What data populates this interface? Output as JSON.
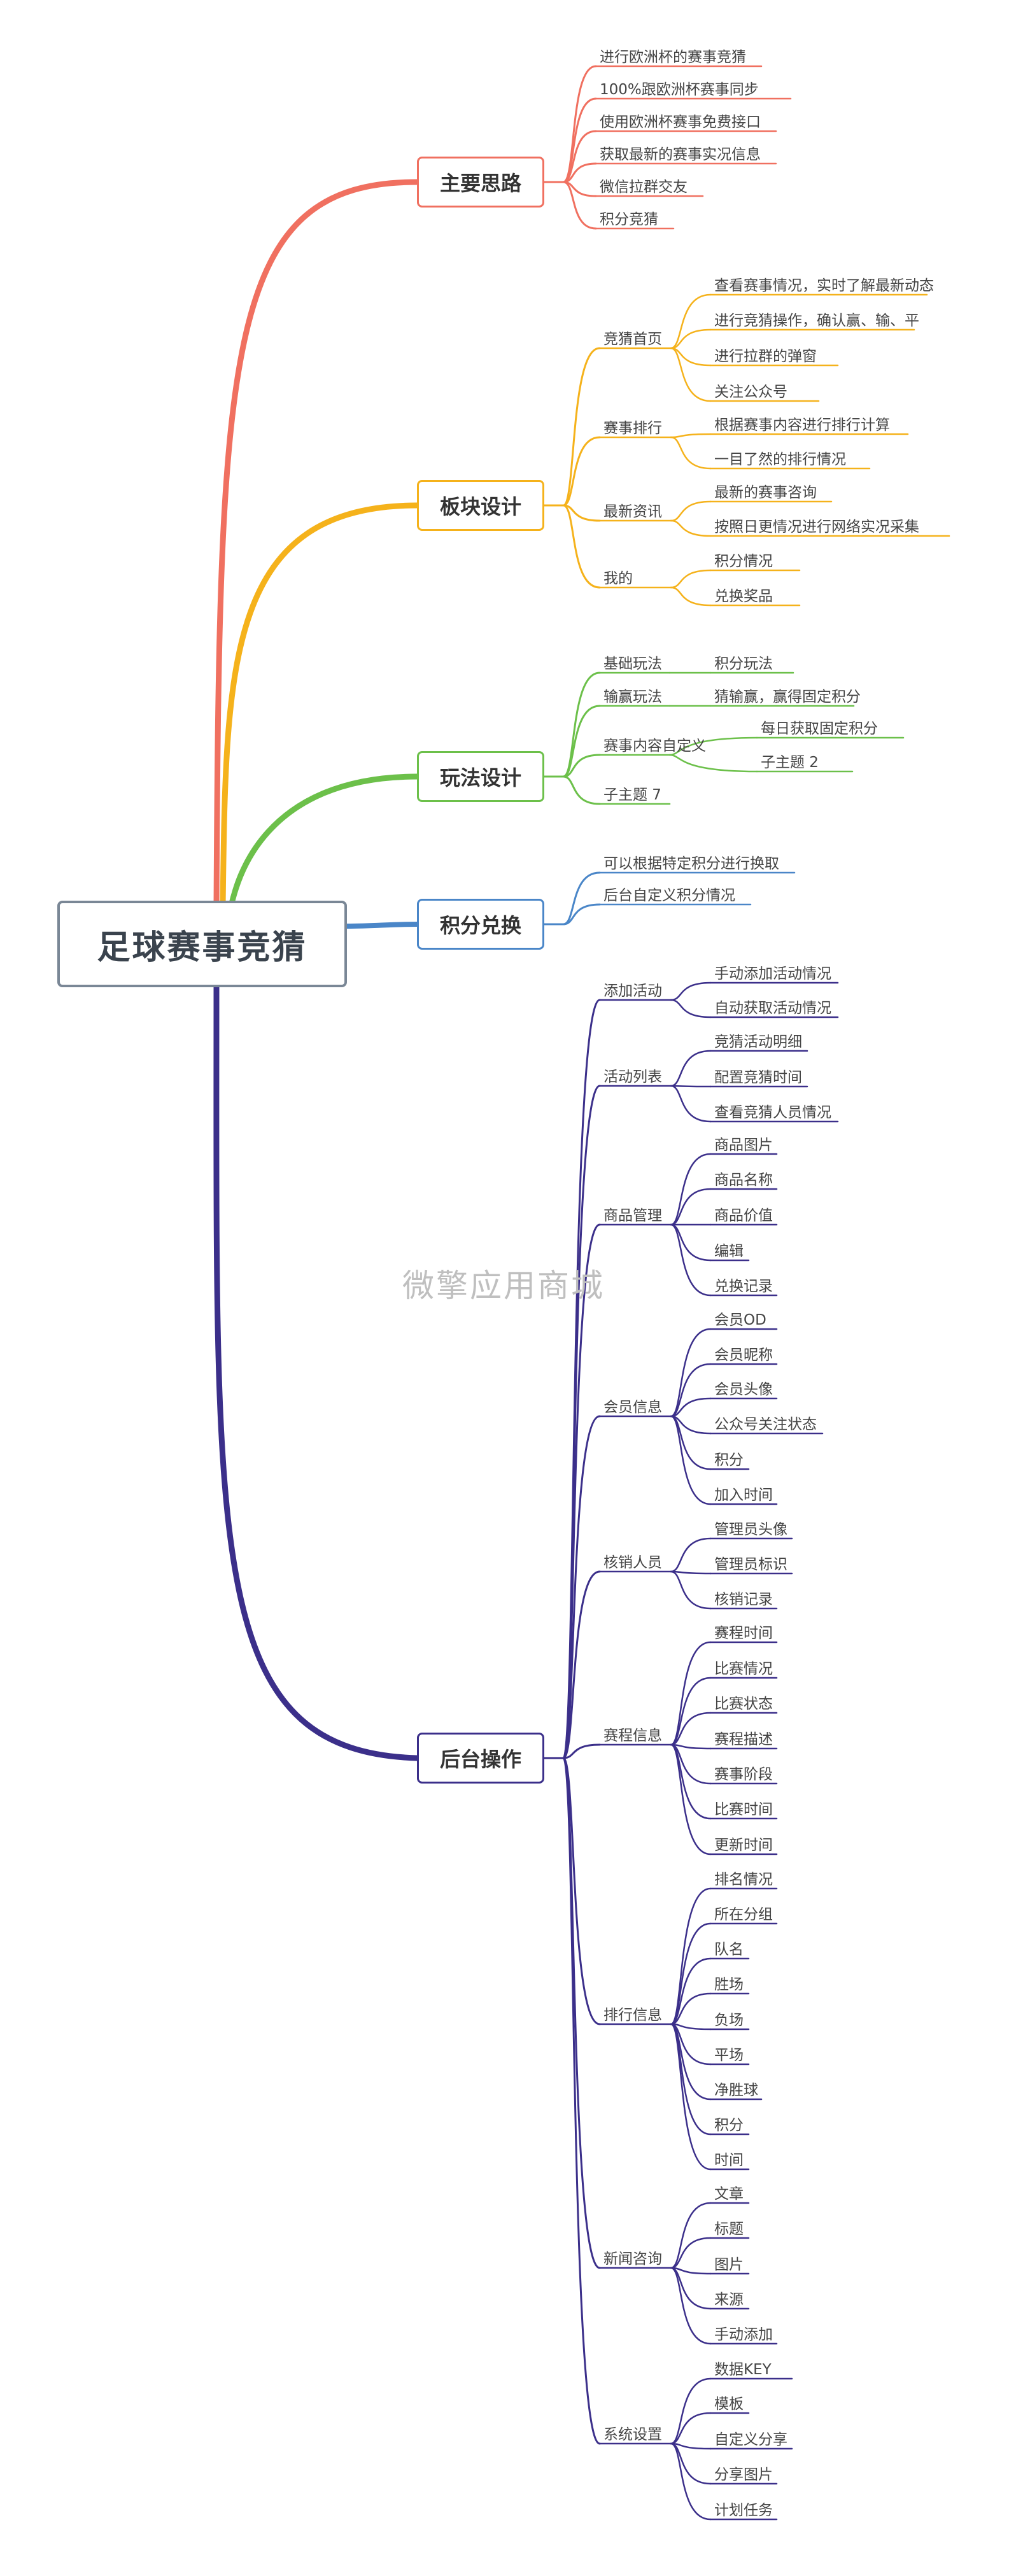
{
  "root": "足球赛事竞猜",
  "watermark": "微擎应用商城",
  "branches": [
    {
      "title": "主要思路",
      "color": "#f07060",
      "children": [
        {
          "label": "进行欧洲杯的赛事竞猜"
        },
        {
          "label": "100%跟欧洲杯赛事同步"
        },
        {
          "label": "使用欧洲杯赛事免费接口"
        },
        {
          "label": "获取最新的赛事实况信息"
        },
        {
          "label": "微信拉群交友"
        },
        {
          "label": "积分竞猜"
        }
      ]
    },
    {
      "title": "板块设计",
      "color": "#f5b21b",
      "children": [
        {
          "label": "竞猜首页",
          "children": [
            {
              "label": "查看赛事情况，实时了解最新动态"
            },
            {
              "label": "进行竞猜操作，确认赢、输、平"
            },
            {
              "label": "进行拉群的弹窗"
            },
            {
              "label": "关注公众号"
            }
          ]
        },
        {
          "label": "赛事排行",
          "children": [
            {
              "label": "根据赛事内容进行排行计算"
            },
            {
              "label": "一目了然的排行情况"
            }
          ]
        },
        {
          "label": "最新资讯",
          "children": [
            {
              "label": "最新的赛事咨询"
            },
            {
              "label": "按照日更情况进行网络实况采集"
            }
          ]
        },
        {
          "label": "我的",
          "children": [
            {
              "label": "积分情况"
            },
            {
              "label": "兑换奖品"
            }
          ]
        }
      ]
    },
    {
      "title": "玩法设计",
      "color": "#6cc04a",
      "children": [
        {
          "label": "基础玩法",
          "children": [
            {
              "label": "积分玩法"
            }
          ]
        },
        {
          "label": "输赢玩法",
          "children": [
            {
              "label": "猜输赢，赢得固定积分"
            }
          ]
        },
        {
          "label": "赛事内容自定义",
          "children": [
            {
              "label": "每日获取固定积分"
            },
            {
              "label": "子主题 2"
            }
          ]
        },
        {
          "label": "子主题 7"
        }
      ]
    },
    {
      "title": "积分兑换",
      "color": "#4a86c8",
      "children": [
        {
          "label": "可以根据特定积分进行换取"
        },
        {
          "label": "后台自定义积分情况"
        }
      ]
    },
    {
      "title": "后台操作",
      "color": "#3b2f8a",
      "children": [
        {
          "label": "添加活动",
          "children": [
            {
              "label": "手动添加活动情况"
            },
            {
              "label": "自动获取活动情况"
            }
          ]
        },
        {
          "label": "活动列表",
          "children": [
            {
              "label": "竞猜活动明细"
            },
            {
              "label": "配置竞猜时间"
            },
            {
              "label": "查看竞猜人员情况"
            }
          ]
        },
        {
          "label": "商品管理",
          "children": [
            {
              "label": "商品图片"
            },
            {
              "label": "商品名称"
            },
            {
              "label": "商品价值"
            },
            {
              "label": "编辑"
            },
            {
              "label": "兑换记录"
            }
          ]
        },
        {
          "label": "会员信息",
          "children": [
            {
              "label": "会员OD"
            },
            {
              "label": "会员昵称"
            },
            {
              "label": "会员头像"
            },
            {
              "label": "公众号关注状态"
            },
            {
              "label": "积分"
            },
            {
              "label": "加入时间"
            }
          ]
        },
        {
          "label": "核销人员",
          "children": [
            {
              "label": "管理员头像"
            },
            {
              "label": "管理员标识"
            },
            {
              "label": "核销记录"
            }
          ]
        },
        {
          "label": "赛程信息",
          "children": [
            {
              "label": "赛程时间"
            },
            {
              "label": "比赛情况"
            },
            {
              "label": "比赛状态"
            },
            {
              "label": "赛程描述"
            },
            {
              "label": "赛事阶段"
            },
            {
              "label": "比赛时间"
            },
            {
              "label": "更新时间"
            }
          ]
        },
        {
          "label": "排行信息",
          "children": [
            {
              "label": "排名情况"
            },
            {
              "label": "所在分组"
            },
            {
              "label": "队名"
            },
            {
              "label": "胜场"
            },
            {
              "label": "负场"
            },
            {
              "label": "平场"
            },
            {
              "label": "净胜球"
            },
            {
              "label": "积分"
            },
            {
              "label": "时间"
            }
          ]
        },
        {
          "label": "新闻咨询",
          "children": [
            {
              "label": "文章"
            },
            {
              "label": "标题"
            },
            {
              "label": "图片"
            },
            {
              "label": "来源"
            },
            {
              "label": "手动添加"
            }
          ]
        },
        {
          "label": "系统设置",
          "children": [
            {
              "label": "数据KEY"
            },
            {
              "label": "模板"
            },
            {
              "label": "自定义分享"
            },
            {
              "label": "分享图片"
            },
            {
              "label": "计划任务"
            }
          ]
        }
      ]
    }
  ]
}
